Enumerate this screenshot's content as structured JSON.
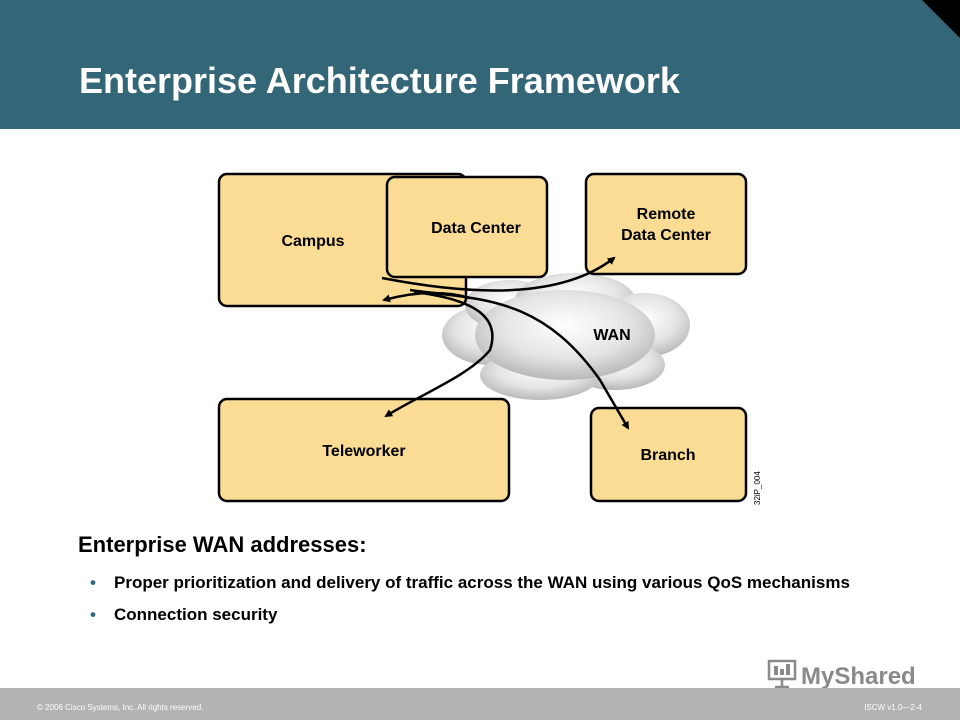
{
  "slide": {
    "title": "Enterprise Architecture Framework",
    "heading": "Enterprise WAN addresses:",
    "bullets": [
      "Proper prioritization and delivery of traffic across the WAN using various QoS mechanisms",
      "Connection security"
    ],
    "bullet_marker": "•"
  },
  "diagram": {
    "nodes": {
      "campus": "Campus",
      "data_center": "Data Center",
      "remote_line1": "Remote",
      "remote_line2": "Data Center",
      "teleworker": "Teleworker",
      "branch": "Branch",
      "wan": "WAN"
    },
    "figure_code": "32iP_004",
    "box_fill": "#fbdc95",
    "box_stroke": "#000000"
  },
  "footer": {
    "copyright": "© 2006 Cisco Systems, Inc. All rights reserved.",
    "code": "ISCW v1.0—2-4",
    "logo_text": "MyShared"
  },
  "colors": {
    "header": "#336677",
    "footer": "#b3b3b3"
  }
}
